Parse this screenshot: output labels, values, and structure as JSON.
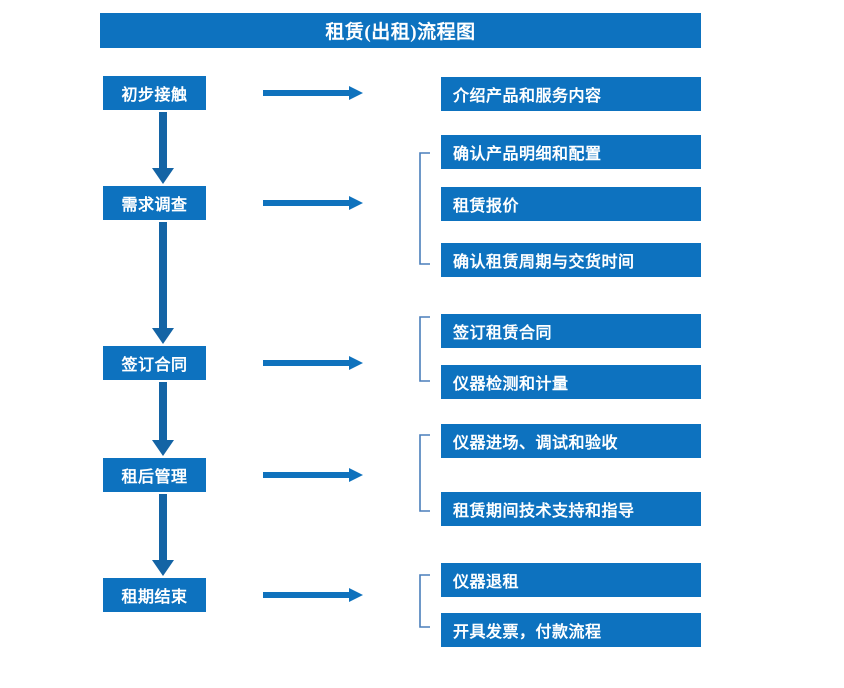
{
  "diagram": {
    "title": "租赁(出租)流程图",
    "accent_color": "#0d72bf",
    "bracket_color": "#4a7ebb",
    "text_color": "#ffffff",
    "background_color": "#ffffff",
    "stages": [
      {
        "label": "初步接触"
      },
      {
        "label": "需求调查"
      },
      {
        "label": "签订合同"
      },
      {
        "label": "租后管理"
      },
      {
        "label": "租期结束"
      }
    ],
    "details": [
      {
        "label": "介绍产品和服务内容"
      },
      {
        "label": "确认产品明细和配置"
      },
      {
        "label": "租赁报价"
      },
      {
        "label": "确认租赁周期与交货时间"
      },
      {
        "label": "签订租赁合同"
      },
      {
        "label": "仪器检测和计量"
      },
      {
        "label": "仪器进场、调试和验收"
      },
      {
        "label": "租赁期间技术支持和指导"
      },
      {
        "label": "仪器退租"
      },
      {
        "label": "开具发票，付款流程"
      }
    ],
    "connector_arrows": {
      "horizontal_count": 5,
      "vertical_count": 4
    },
    "brackets": {
      "count": 4,
      "groups": [
        {
          "detail_indices": [
            1,
            2,
            3
          ]
        },
        {
          "detail_indices": [
            4,
            5
          ]
        },
        {
          "detail_indices": [
            6,
            7
          ]
        },
        {
          "detail_indices": [
            8,
            9
          ]
        }
      ]
    }
  }
}
